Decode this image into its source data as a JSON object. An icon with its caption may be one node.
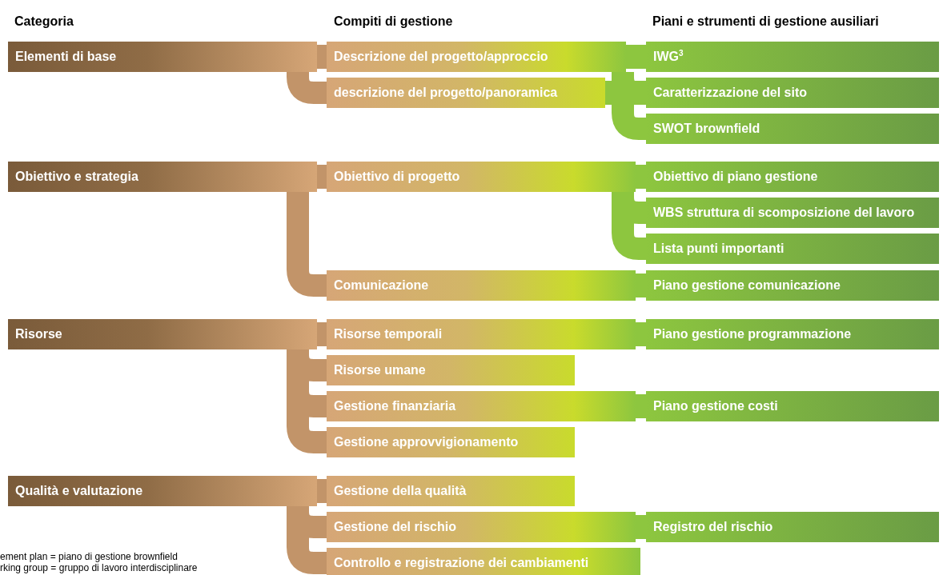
{
  "diagram": {
    "nodes": [
      {
        "text": [
          "Elementi di base"
        ]
      },
      {
        "text": [
          "Descrizione del progetto/approccio"
        ]
      },
      {
        "text": [
          "IWG$^{3}$"
        ]
      },
      {
        "text": [
          "descrizione del progetto/panoramica"
        ]
      },
      {
        "text": [
          "Caratterizzazione del sito"
        ]
      },
      {
        "text": [
          "SWOT brownfield"
        ]
      },
      {
        "text": [
          "Obiettivo e strategia"
        ]
      },
      {
        "text": [
          "Obiettivo di progetto"
        ]
      },
      {
        "text": [
          "Obiettivo di piano gestione"
        ]
      },
      {
        "text": [
          "WBS struttura di scomposizione del lavoro"
        ]
      },
      {
        "text": [
          "Lista punti importanti"
        ]
      },
      {
        "text": [
          "Comunicazione"
        ]
      },
      {
        "text": [
          "Piano gestione comunicazione"
        ]
      },
      {
        "text": [
          "Risorse"
        ]
      },
      {
        "text": [
          "Risorse temporali"
        ]
      },
      {
        "text": [
          "Piano gestione programmazione"
        ]
      },
      {
        "text": [
          "Risorse umane"
        ]
      },
      {
        "text": [
          "Gestione finanziaria"
        ]
      },
      {
        "text": [
          "Piano gestione costi"
        ]
      },
      {
        "text": [
          "Gestione approvvigionamento"
        ]
      },
      {
        "text": [
          "Qualità e valutazione"
        ]
      },
      {
        "text": [
          "Gestione della qualità"
        ]
      },
      {
        "text": [
          "Gestione del rischio"
        ]
      },
      {
        "text": [
          "Registro del rischio"
        ]
      },
      {
        "text": [
          "Controllo e registrazione dei cambiamenti"
        ]
      }
    ],
    "edges": [
      {
        "from": 0,
        "to": 1,
        "arrow": "none",
        "color": "#c29469"
      },
      {
        "from": 0,
        "to": 3,
        "arrow": "none",
        "color": "#c29469"
      },
      {
        "from": 6,
        "to": 7,
        "arrow": "none",
        "color": "#c29469"
      },
      {
        "from": 6,
        "to": 11,
        "arrow": "none",
        "color": "#c29469"
      },
      {
        "from": 13,
        "to": 14,
        "arrow": "none",
        "color": "#c29469"
      },
      {
        "from": 13,
        "to": 16,
        "arrow": "none",
        "color": "#c29469"
      },
      {
        "from": 13,
        "to": 17,
        "arrow": "none",
        "color": "#c29469"
      },
      {
        "from": 13,
        "to": 19,
        "arrow": "none",
        "color": "#c29469"
      },
      {
        "from": 20,
        "to": 21,
        "arrow": "none",
        "color": "#c29469"
      },
      {
        "from": 20,
        "to": 22,
        "arrow": "none",
        "color": "#c29469"
      },
      {
        "from": 20,
        "to": 24,
        "arrow": "none",
        "color": "#c29469"
      },
      {
        "from": 1,
        "to": 2,
        "arrow": "none"
      },
      {
        "from": 1,
        "to": 4,
        "arrow": "none"
      },
      {
        "from": 1,
        "to": 5,
        "arrow": "none"
      },
      {
        "from": 3,
        "to": 4,
        "arrow": "none"
      },
      {
        "from": 7,
        "to": 8,
        "arrow": "none"
      },
      {
        "from": 7,
        "to": 9,
        "arrow": "none"
      },
      {
        "from": 7,
        "to": 10,
        "arrow": "none"
      },
      {
        "from": 11,
        "to": 12,
        "arrow": "none"
      },
      {
        "from": 14,
        "to": 15,
        "arrow": "none"
      },
      {
        "from": 17,
        "to": 18,
        "arrow": "none"
      },
      {
        "from": 22,
        "to": 23,
        "arrow": "none"
      }
    ],
    "labels": [
      "Categoria",
      "Compiti di gestione",
      "Piani e strumenti di gestione ausiliari",
      "ement plan = piano di gestione brownfield",
      "rking group = gruppo di lavoro interdisciplinare"
    ]
  }
}
